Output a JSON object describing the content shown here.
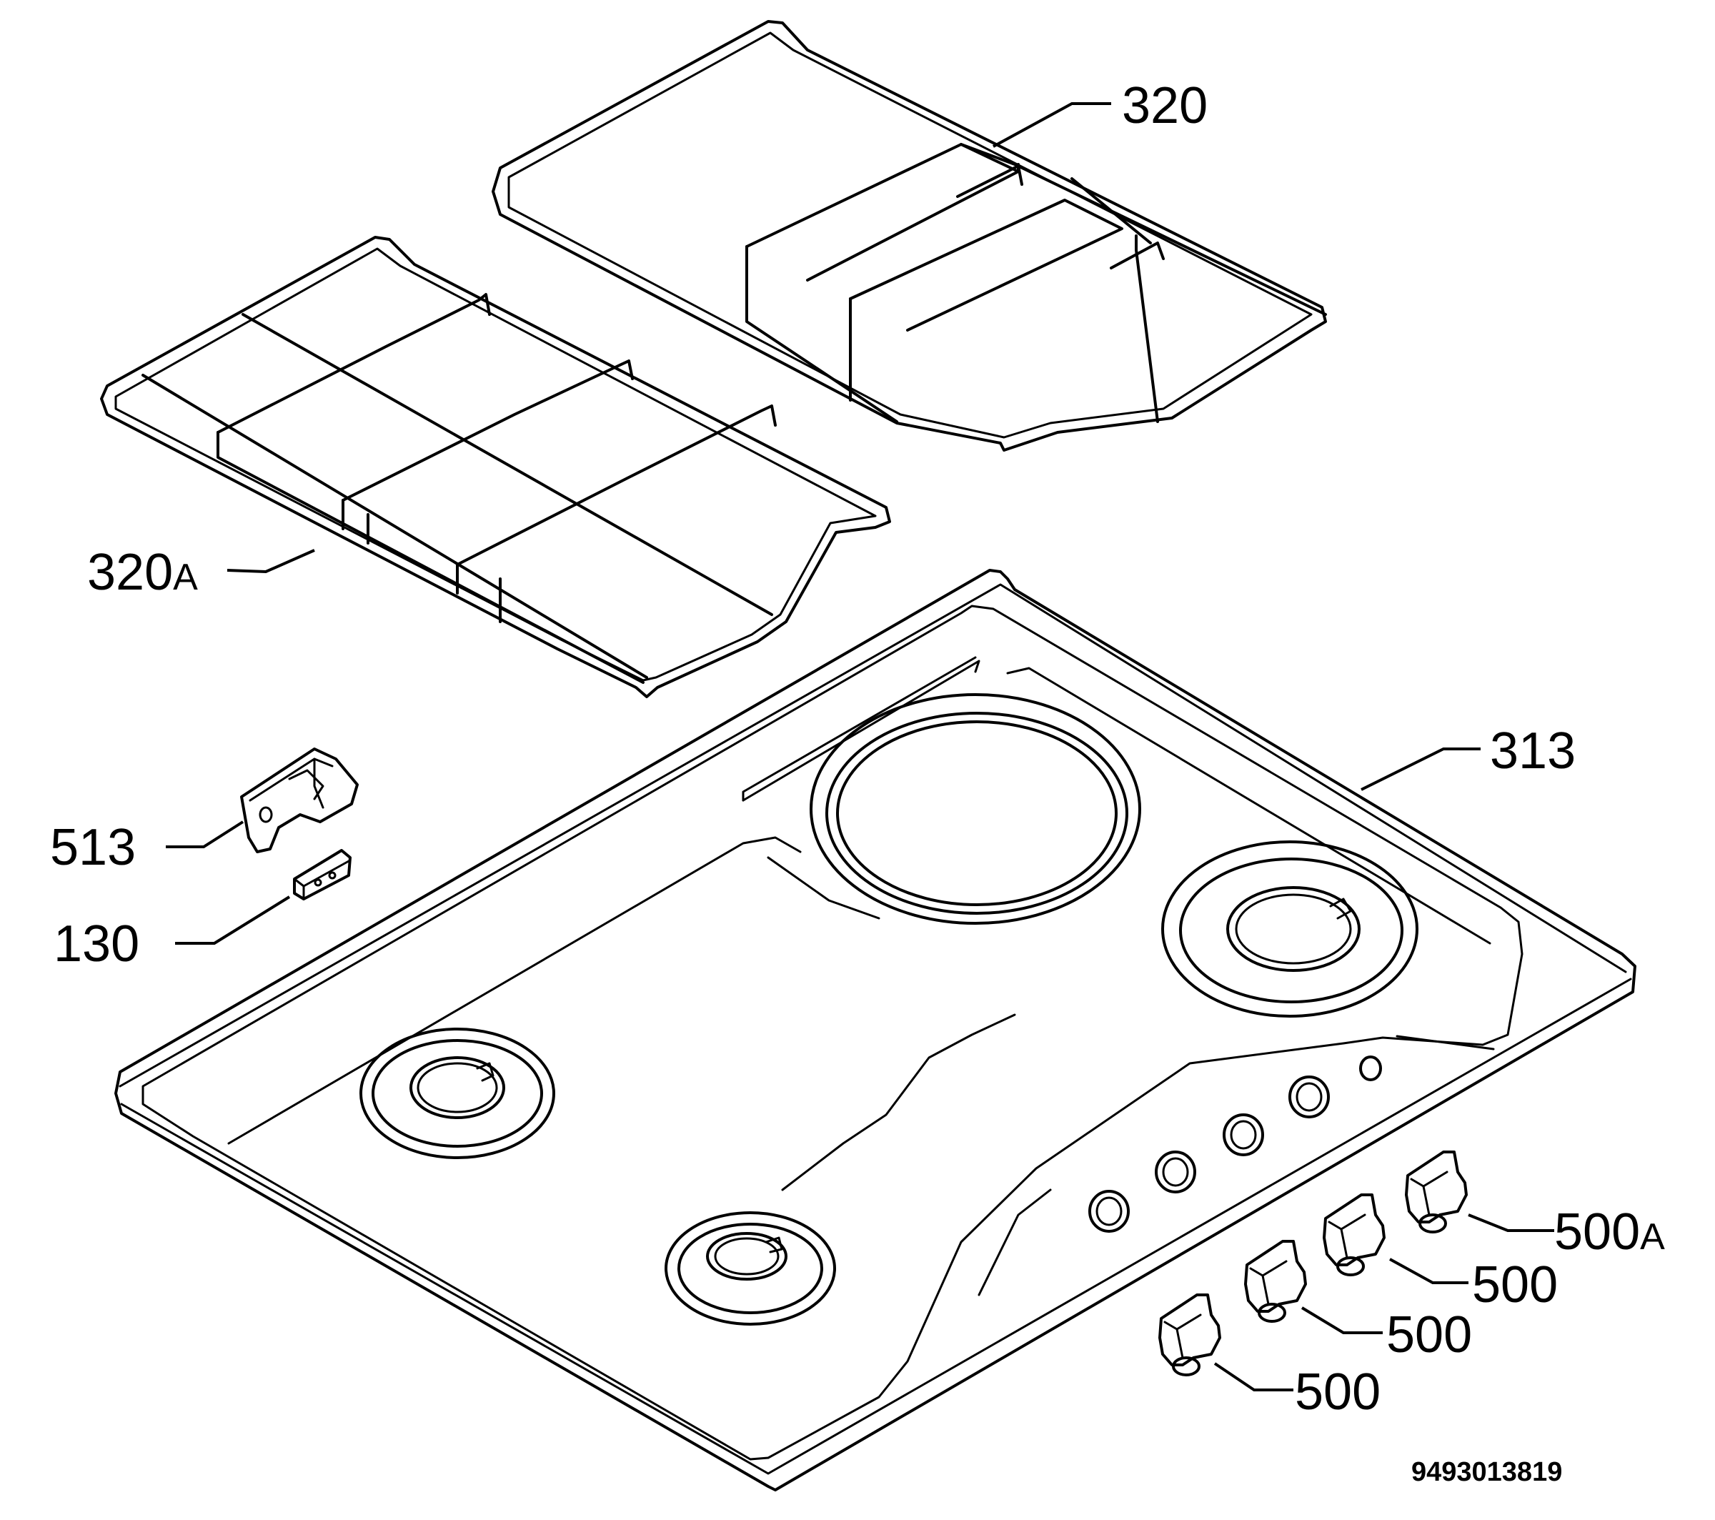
{
  "callouts": {
    "grate_rear": {
      "number": "320",
      "suffix": ""
    },
    "grate_left": {
      "number": "320",
      "suffix": "A"
    },
    "hob_top": {
      "number": "313",
      "suffix": ""
    },
    "bracket": {
      "number": "513",
      "suffix": ""
    },
    "clip": {
      "number": "130",
      "suffix": ""
    },
    "knob_a": {
      "number": "500",
      "suffix": "A"
    },
    "knob_1": {
      "number": "500",
      "suffix": ""
    },
    "knob_2": {
      "number": "500",
      "suffix": ""
    },
    "knob_3": {
      "number": "500",
      "suffix": ""
    }
  },
  "diagram_code": "9493013819"
}
